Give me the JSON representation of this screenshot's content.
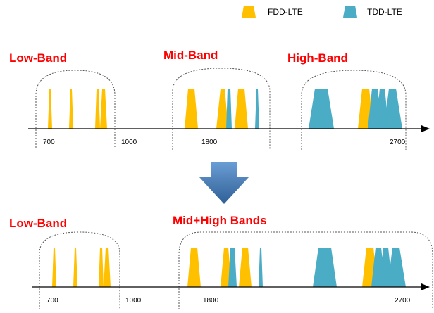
{
  "legend": {
    "fdd": {
      "label": "FDD-LTE",
      "color": "#ffc000"
    },
    "tdd": {
      "label": "TDD-LTE",
      "color": "#4bacc6"
    }
  },
  "colors": {
    "band_title": "#ff0000",
    "axis": "#000000",
    "group_border": "#555555",
    "arrow_top": "#6b9ed4",
    "arrow_bottom": "#2f5f96"
  },
  "top": {
    "titles": {
      "low": "Low-Band",
      "mid": "Mid-Band",
      "high": "High-Band"
    },
    "ticks": {
      "t700": "700",
      "t1000": "1000",
      "t1800": "1800",
      "t2700": "2700"
    }
  },
  "bottom": {
    "titles": {
      "low": "Low-Band",
      "midhigh": "Mid+High Bands"
    },
    "ticks": {
      "t700": "700",
      "t1000": "1000",
      "t1800": "1800",
      "t2700": "2700"
    }
  }
}
